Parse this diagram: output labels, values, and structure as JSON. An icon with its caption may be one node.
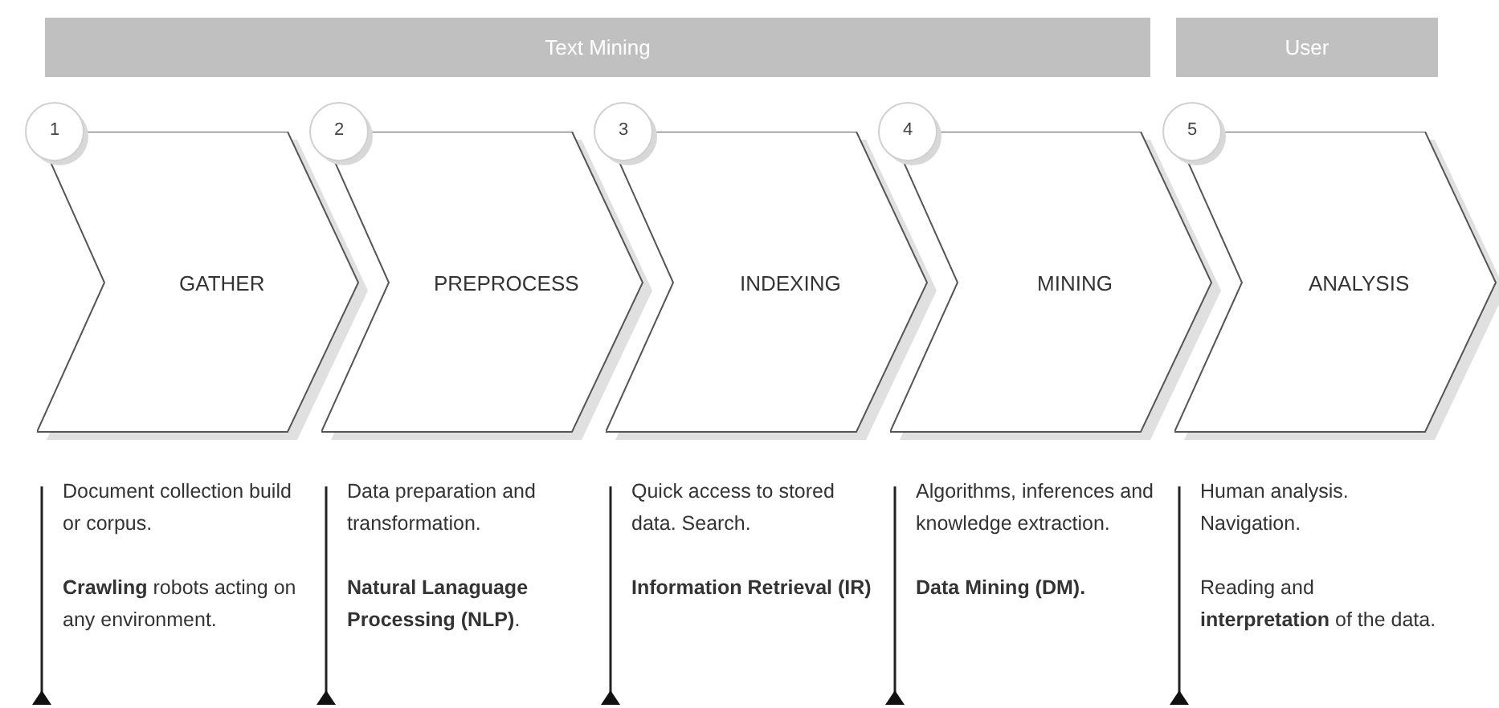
{
  "diagram": {
    "nodes": [
      {
        "text": [
          "Text Mining"
        ]
      },
      {
        "text": [
          "User"
        ]
      },
      {
        "text": [
          "1"
        ]
      },
      {
        "text": [
          "GATHER"
        ],
        "beside": [
          "Document collection build or corpus.",
          "**Crawling** robots acting on any environment."
        ]
      },
      {
        "text": [
          "2"
        ]
      },
      {
        "text": [
          "PREPROCESS"
        ],
        "beside": [
          "Data preparation and transformation.",
          "**Natural Lanaguage Processing (NLP)**."
        ]
      },
      {
        "text": [
          "3"
        ]
      },
      {
        "text": [
          "INDEXING"
        ],
        "beside": [
          "Quick access to stored data. Search.",
          "**Information Retrieval (IR)**"
        ]
      },
      {
        "text": [
          "4"
        ]
      },
      {
        "text": [
          "MINING"
        ],
        "beside": [
          "Algorithms, inferences and knowledge extraction.",
          "**Data Mining (DM).**"
        ]
      },
      {
        "text": [
          "5"
        ]
      },
      {
        "text": [
          "ANALYSIS"
        ],
        "beside": [
          "Human analysis. Navigation.",
          "Reading and **interpretation** of the data."
        ]
      }
    ],
    "edges": []
  }
}
